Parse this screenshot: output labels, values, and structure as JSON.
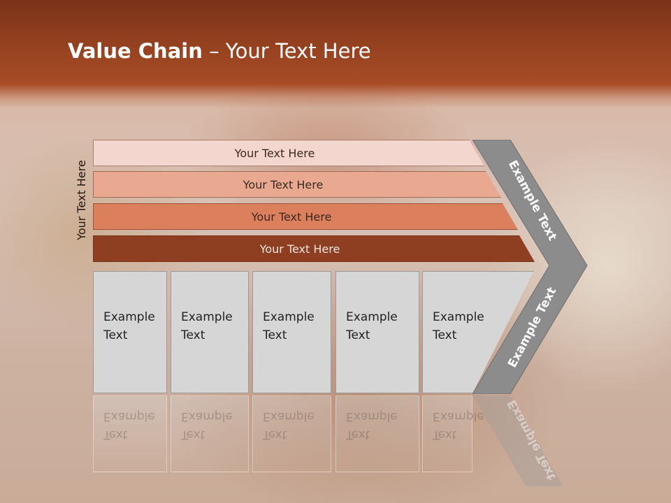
{
  "title": {
    "bold": "Value Chain",
    "rest": " – Your Text Here"
  },
  "vertical_label": "Your Text Here",
  "bands": [
    "Your Text Here",
    "Your Text Here",
    "Your Text Here",
    "Your Text Here"
  ],
  "columns": [
    {
      "line1": "Example",
      "line2": "Text"
    },
    {
      "line1": "Example",
      "line2": "Text"
    },
    {
      "line1": "Example",
      "line2": "Text"
    },
    {
      "line1": "Example",
      "line2": "Text"
    },
    {
      "line1": "Example",
      "line2": "Text"
    }
  ],
  "chevron": {
    "upper": "Example Text",
    "lower": "Example Text"
  },
  "colors": {
    "header": "#93401f",
    "band1": "#f3d6cd",
    "band2": "#e9a991",
    "band3": "#dc7f5c",
    "band4": "#8e3e21",
    "chevron": "#8c8c8c",
    "column": "#d6d6d6"
  }
}
